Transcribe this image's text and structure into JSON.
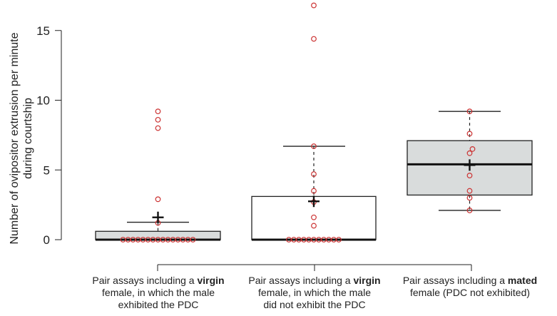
{
  "chart_data": {
    "type": "box",
    "title": "",
    "ylabel": "Number of ovipositor extrusion per minute during courtship",
    "xlabel": "",
    "ylim": [
      0,
      16.5
    ],
    "yticks": [
      0,
      5,
      10,
      15
    ],
    "grid": false,
    "legend": null,
    "categories": [
      "Pair assays including a virgin female, in which the male exhibited the PDC",
      "Pair assays including a virgin female, in which the male did not exhibit the PDC",
      "Pair assays including a mated female (PDC not exhibited)"
    ],
    "boxes": [
      {
        "label_lines": [
          [
            "Pair assays including a ",
            "virgin"
          ],
          [
            "female, in which the male",
            ""
          ],
          [
            "exhibited the PDC",
            ""
          ]
        ],
        "fill": "#d9dcdc",
        "min": 0,
        "q1": 0,
        "median": 0,
        "q3": 0.6,
        "max": 1.25,
        "mean": 1.6,
        "box_x": [
          134,
          309
        ],
        "whisker_x": [
          178,
          265
        ],
        "points": [
          9.2,
          8.6,
          8.0,
          2.9,
          1.2,
          0,
          0,
          0,
          0,
          0,
          0,
          0,
          0,
          0,
          0,
          0,
          0,
          0,
          0,
          0
        ],
        "zero_count": 15
      },
      {
        "label_lines": [
          [
            "Pair assays including a ",
            "virgin"
          ],
          [
            "female, in which the male",
            ""
          ],
          [
            "did not exhibit the PDC",
            ""
          ]
        ],
        "fill": "#ffffff",
        "min": 0,
        "q1": 0,
        "median": 0,
        "q3": 3.1,
        "max": 6.7,
        "mean": 2.75,
        "box_x": [
          353,
          527
        ],
        "whisker_x": [
          397,
          484
        ],
        "points": [
          16.8,
          14.4,
          6.7,
          4.7,
          3.5,
          2.7,
          1.6,
          1.0,
          0,
          0,
          0,
          0,
          0,
          0,
          0,
          0,
          0,
          0,
          0
        ],
        "zero_count": 11
      },
      {
        "label_lines": [
          [
            "Pair assays including a ",
            "mated"
          ],
          [
            "female (PDC not exhibited)",
            ""
          ]
        ],
        "fill": "#d9dcdc",
        "min": 2.1,
        "q1": 3.2,
        "median": 5.4,
        "q3": 7.1,
        "max": 9.2,
        "mean": 5.35,
        "box_x": [
          571,
          746
        ],
        "whisker_x": [
          615,
          702
        ],
        "points": [
          9.2,
          7.6,
          6.5,
          6.2,
          4.6,
          3.5,
          3.0,
          2.1
        ],
        "zero_count": 0
      }
    ],
    "point_color": "#cc3333",
    "mean_marker": "+"
  }
}
